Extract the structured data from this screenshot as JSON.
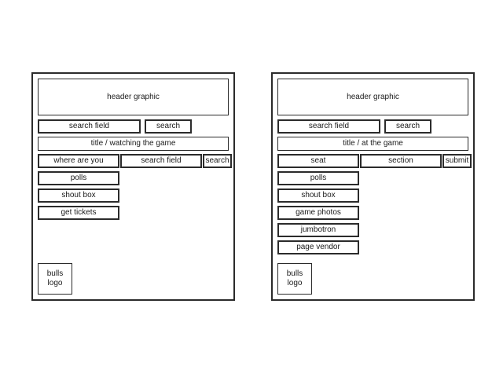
{
  "diagram": {
    "type": "wireframe-mockup",
    "panels": [
      {
        "id": "watching-the-game",
        "header_graphic": "header graphic",
        "search_row": {
          "field": "search field",
          "button": "search"
        },
        "title_bar": "title / watching the game",
        "action_row": [
          "where are you",
          "search field",
          "search"
        ],
        "nav_items": [
          "polls",
          "shout box",
          "get tickets"
        ],
        "logo": {
          "line1": "bulls",
          "line2": "logo"
        }
      },
      {
        "id": "at-the-game",
        "header_graphic": "header graphic",
        "search_row": {
          "field": "search field",
          "button": "search"
        },
        "title_bar": "title / at the game",
        "action_row": [
          "seat",
          "section",
          "submit"
        ],
        "nav_items": [
          "polls",
          "shout box",
          "game photos",
          "jumbotron",
          "page vendor"
        ],
        "logo": {
          "line1": "bulls",
          "line2": "logo"
        }
      }
    ],
    "watermark": "",
    "colors": {
      "stroke": "#2b2b2b",
      "background": "#ffffff",
      "text": "#1a1a1a"
    }
  }
}
